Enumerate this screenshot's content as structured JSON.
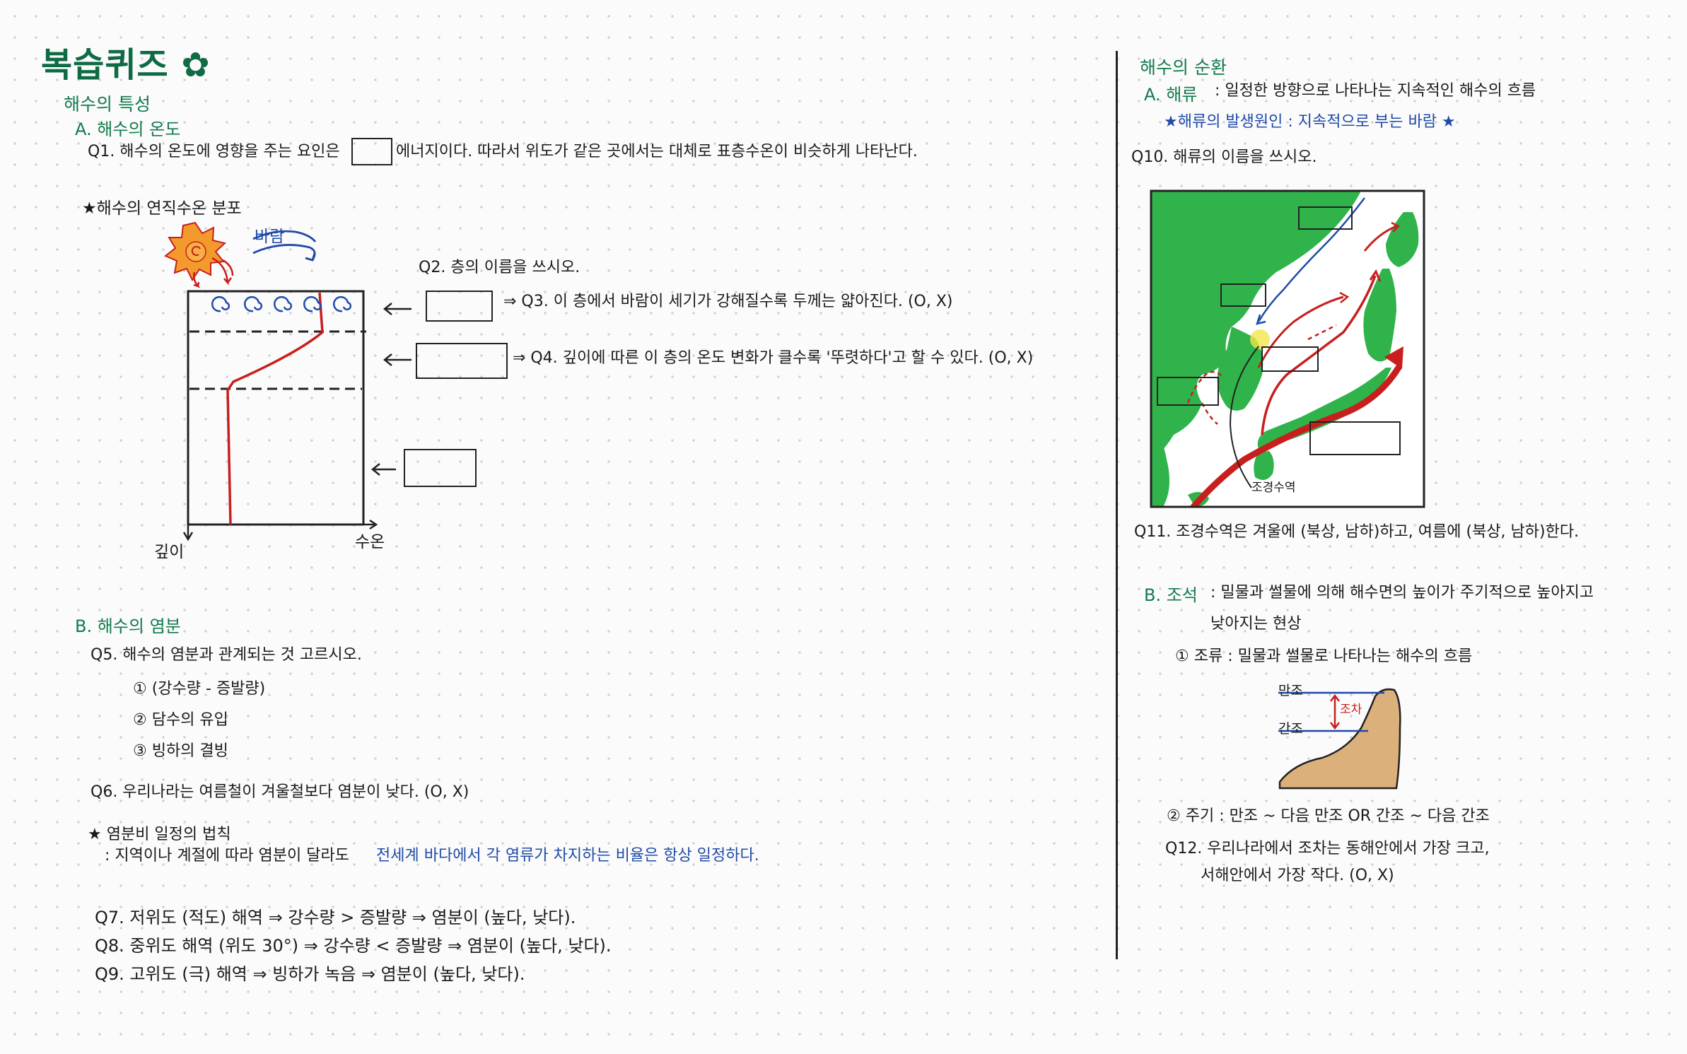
{
  "left": {
    "title": "복습퀴즈 ✿",
    "section_title": "해수의 특성",
    "temp_heading": "A. 해수의 온도",
    "q1_prefix": "Q1. 해수의 온도에 영향을 주는 요인은",
    "q1_suffix": "에너지이다. 따라서 위도가 같은 곳에서는 대체로 표층수온이 비슷하게 나타난다.",
    "vertical_title": "★해수의 연직수온 분포",
    "wind_label": "바람",
    "q2": "Q2. 층의 이름을 쓰시오.",
    "q3": "⇒ Q3. 이 층에서 바람이 세기가 강해질수록 두께는 얇아진다. (O, X)",
    "q4": "⇒ Q4. 깊이에 따른 이 층의 온도 변화가 클수록 '뚜렷하다'고 할 수 있다. (O, X)",
    "axis_depth": "깊이",
    "axis_temp": "수온",
    "salinity_heading": "B. 해수의 염분",
    "q5": "Q5. 해수의 염분과 관계되는 것 고르시오.",
    "q5_options": [
      "① (강수량 - 증발량)",
      "② 담수의 유입",
      "③ 빙하의 결빙"
    ],
    "q6": "Q6. 우리나라는 여름철이 겨울철보다 염분이 낮다. (O, X)",
    "law_title": "★ 염분비 일정의 법칙",
    "law_prefix": ": 지역이나 계절에 따라 염분이 달라도",
    "law_blue": "전세계 바다에서 각 염류가 차지하는 비율은 항상 일정하다.",
    "q7": "Q7. 저위도 (적도) 해역 ⇒ 강수량 > 증발량 ⇒ 염분이 (높다, 낮다).",
    "q8": "Q8. 중위도 해역 (위도 30°) ⇒ 강수량 < 증발량 ⇒ 염분이 (높다, 낮다).",
    "q9": "Q9. 고위도 (극) 해역 ⇒ 빙하가 녹음 ⇒ 염분이 (높다, 낮다)."
  },
  "right": {
    "section_title": "해수의 순환",
    "current_label": "A. 해류",
    "current_def": ": 일정한 방향으로 나타나는 지속적인 해수의 흐름",
    "current_cause": "★해류의 발생원인 : 지속적으로 부는 바람 ★",
    "q10": "Q10. 해류의 이름을 쓰시오.",
    "map_label": "조경수역",
    "q11": "Q11. 조경수역은 겨울에 (북상, 남하)하고, 여름에 (북상, 남하)한다.",
    "tide_label": "B. 조석",
    "tide_def_1": ": 밀물과 썰물에 의해 해수면의 높이가 주기적으로 높아지고",
    "tide_def_2": "낮아지는 현상",
    "tide_item1": "① 조류 : 밀물과 썰물로 나타나는 해수의 흐름",
    "high_tide": "만조",
    "low_tide": "간조",
    "tidal_range": "조차",
    "tide_item2": "② 주기 : 만조 ~ 다음 만조 OR 간조 ~ 다음 간조",
    "q12_1": "Q12. 우리나라에서 조차는 동해안에서 가장 크고,",
    "q12_2": "서해안에서 가장 작다. (O, X)"
  },
  "colors": {
    "heading_green": "#127a4c",
    "title_green": "#0f6b43",
    "accent_blue": "#1f4aa8",
    "accent_red": "#c81e1e",
    "land_green": "#2fb34a",
    "sand": "#dcb07a",
    "sun_orange": "#f39a2c"
  }
}
